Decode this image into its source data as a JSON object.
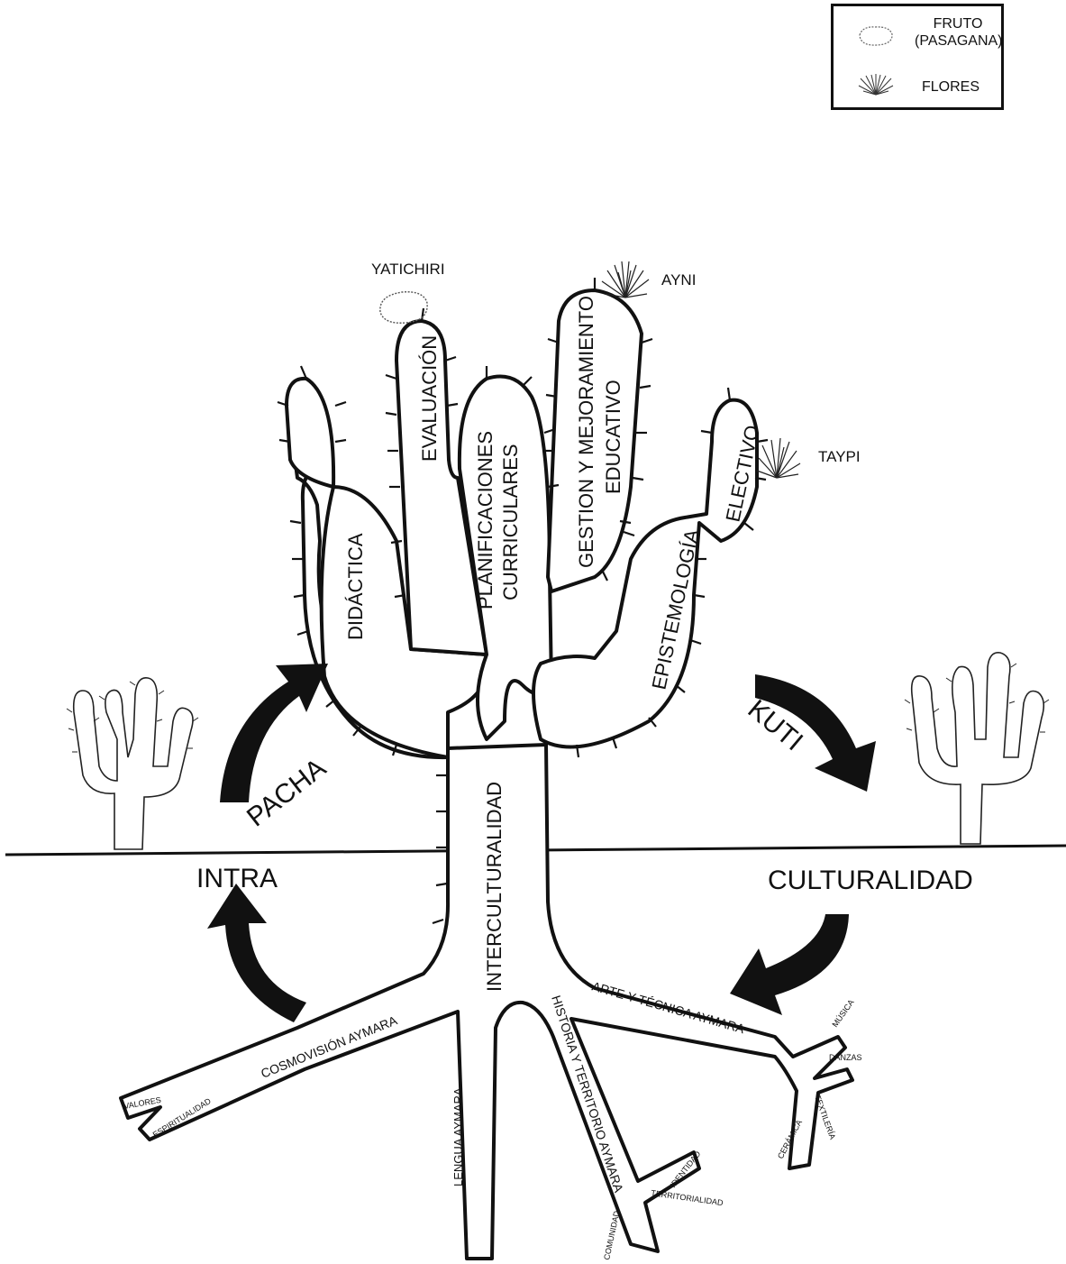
{
  "legend": {
    "fruit_label_1": "FRUTO",
    "fruit_label_2": "(PASAGANA)",
    "flower_label": "FLORES"
  },
  "branches": {
    "didactica": "DIDÁCTICA",
    "evaluacion": "EVALUACIÓN",
    "planificaciones_1": "PLANIFICACIONES",
    "planificaciones_2": "CURRICULARES",
    "gestion_1": "GESTION Y MEJORAMIENTO",
    "gestion_2": "EDUCATIVO",
    "electivo": "ELECTIVO",
    "epistemologia": "EPISTEMOLOGÍA",
    "trunk": "INTERCULTURALIDAD"
  },
  "top_labels": {
    "yatichiri": "YATICHIRI",
    "ayni": "AYNI",
    "taypi": "TAYPI"
  },
  "cycle": {
    "pacha": "PACHA",
    "kuti": "KUTI",
    "intra": "INTRA",
    "culturalidad": "CULTURALIDAD"
  },
  "roots": {
    "cosmovision": "COSMOVISIÓN AYMARA",
    "valores": "VALORES",
    "espiritualidad": "ESPIRITUALIDAD",
    "lengua": "LENGUA AYMARA",
    "historia": "HISTORIA Y TERRITORIO AYMARA",
    "identidad": "IDENTIDAD",
    "territorialidad": "TERRITORIALIDAD",
    "comunidad": "COMUNIDAD",
    "arte": "ARTE Y TÉCNICA AYMARA",
    "musica": "MÚSICA",
    "danzas": "DANZAS",
    "textileria": "TEXTILERÍA",
    "ceramica": "CERÁMICA"
  }
}
